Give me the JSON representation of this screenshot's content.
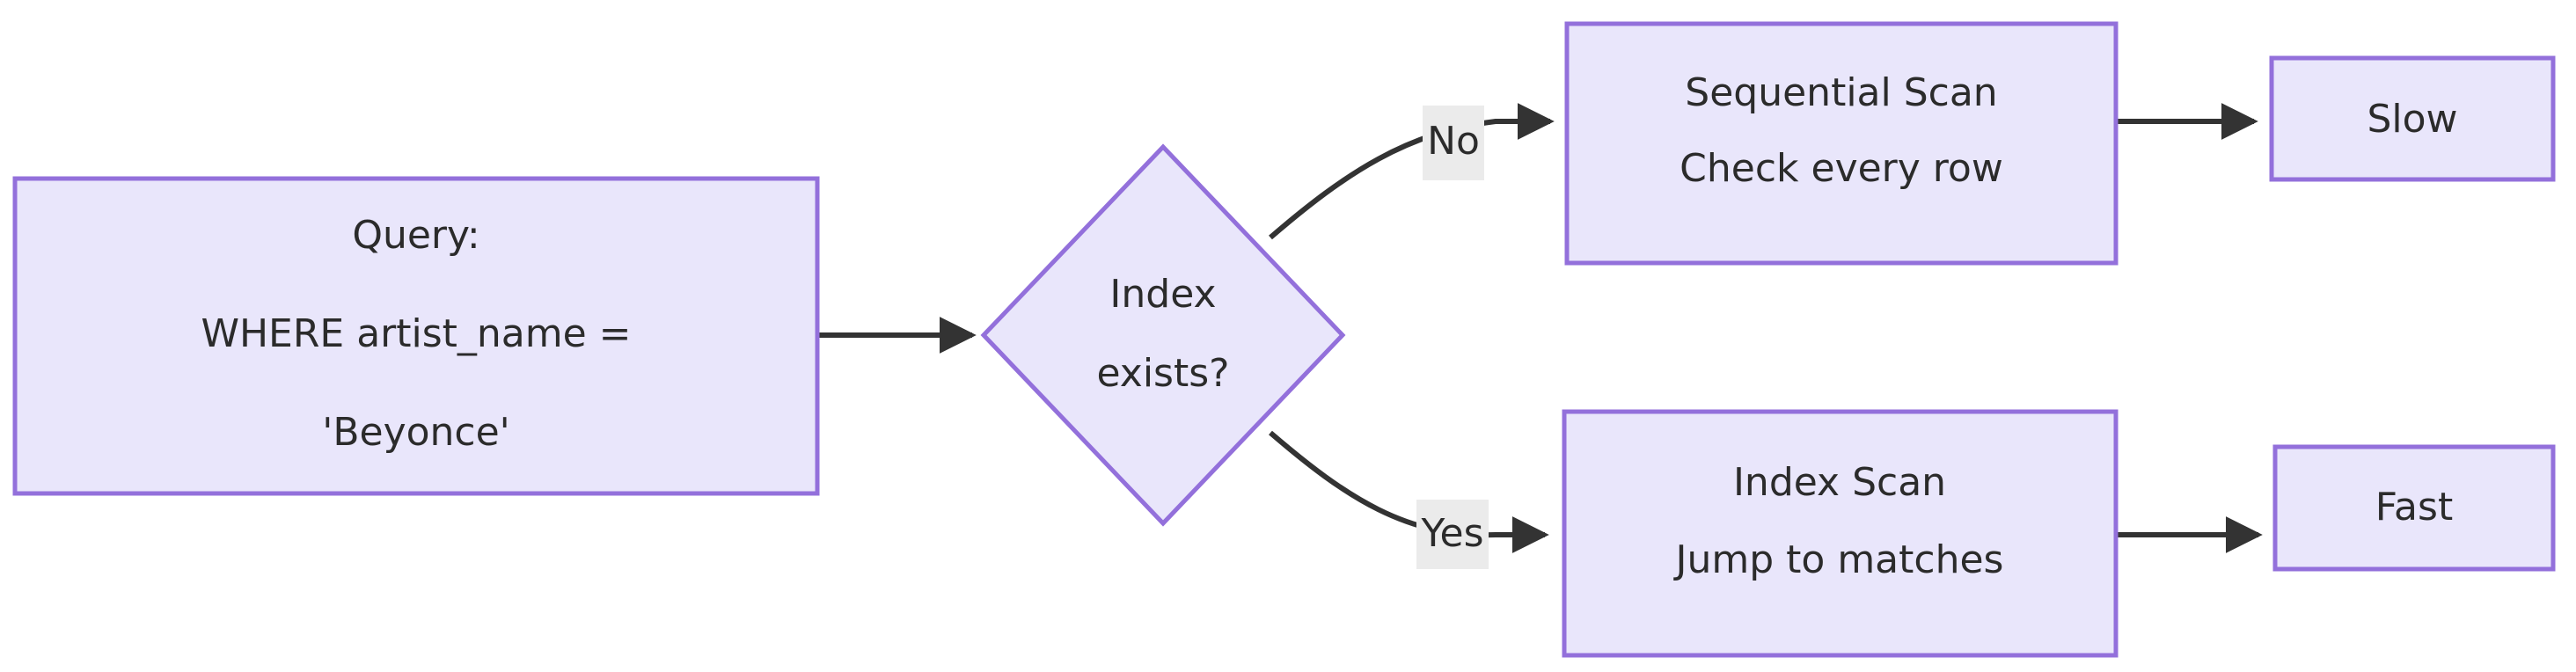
{
  "diagram": {
    "type": "flowchart",
    "title": "Database query index decision flow",
    "orientation": "left-to-right",
    "theme": {
      "node_fill": "#e9e6fb",
      "node_border": "#9370db",
      "edge_color": "#333333",
      "text_color": "#2b2b2b",
      "edge_label_bg": "#ebebeb",
      "canvas_bg": "#ffffff"
    },
    "nodes": [
      {
        "id": "query",
        "shape": "rectangle",
        "lines": [
          "Query:",
          "WHERE artist_name =",
          "'Beyonce'"
        ],
        "line1": "Query:",
        "line2": "WHERE artist_name =",
        "line3": "'Beyonce'"
      },
      {
        "id": "decision",
        "shape": "diamond",
        "lines": [
          "Index",
          "exists?"
        ],
        "line1": "Index",
        "line2": "exists?"
      },
      {
        "id": "seqscan",
        "shape": "rectangle",
        "lines": [
          "Sequential Scan",
          "Check every row"
        ],
        "line1": "Sequential Scan",
        "line2": "Check every row"
      },
      {
        "id": "slow",
        "shape": "rectangle",
        "lines": [
          "Slow"
        ],
        "line1": "Slow"
      },
      {
        "id": "indexscan",
        "shape": "rectangle",
        "lines": [
          "Index Scan",
          "Jump to matches"
        ],
        "line1": "Index Scan",
        "line2": "Jump to matches"
      },
      {
        "id": "fast",
        "shape": "rectangle",
        "lines": [
          "Fast"
        ],
        "line1": "Fast"
      }
    ],
    "edges": [
      {
        "id": "e1",
        "from": "query",
        "to": "decision",
        "label": ""
      },
      {
        "id": "e2",
        "from": "decision",
        "to": "seqscan",
        "label": "No"
      },
      {
        "id": "e3",
        "from": "seqscan",
        "to": "slow",
        "label": ""
      },
      {
        "id": "e4",
        "from": "decision",
        "to": "indexscan",
        "label": "Yes"
      },
      {
        "id": "e5",
        "from": "indexscan",
        "to": "fast",
        "label": ""
      }
    ],
    "edge_labels": {
      "no": "No",
      "yes": "Yes"
    }
  }
}
